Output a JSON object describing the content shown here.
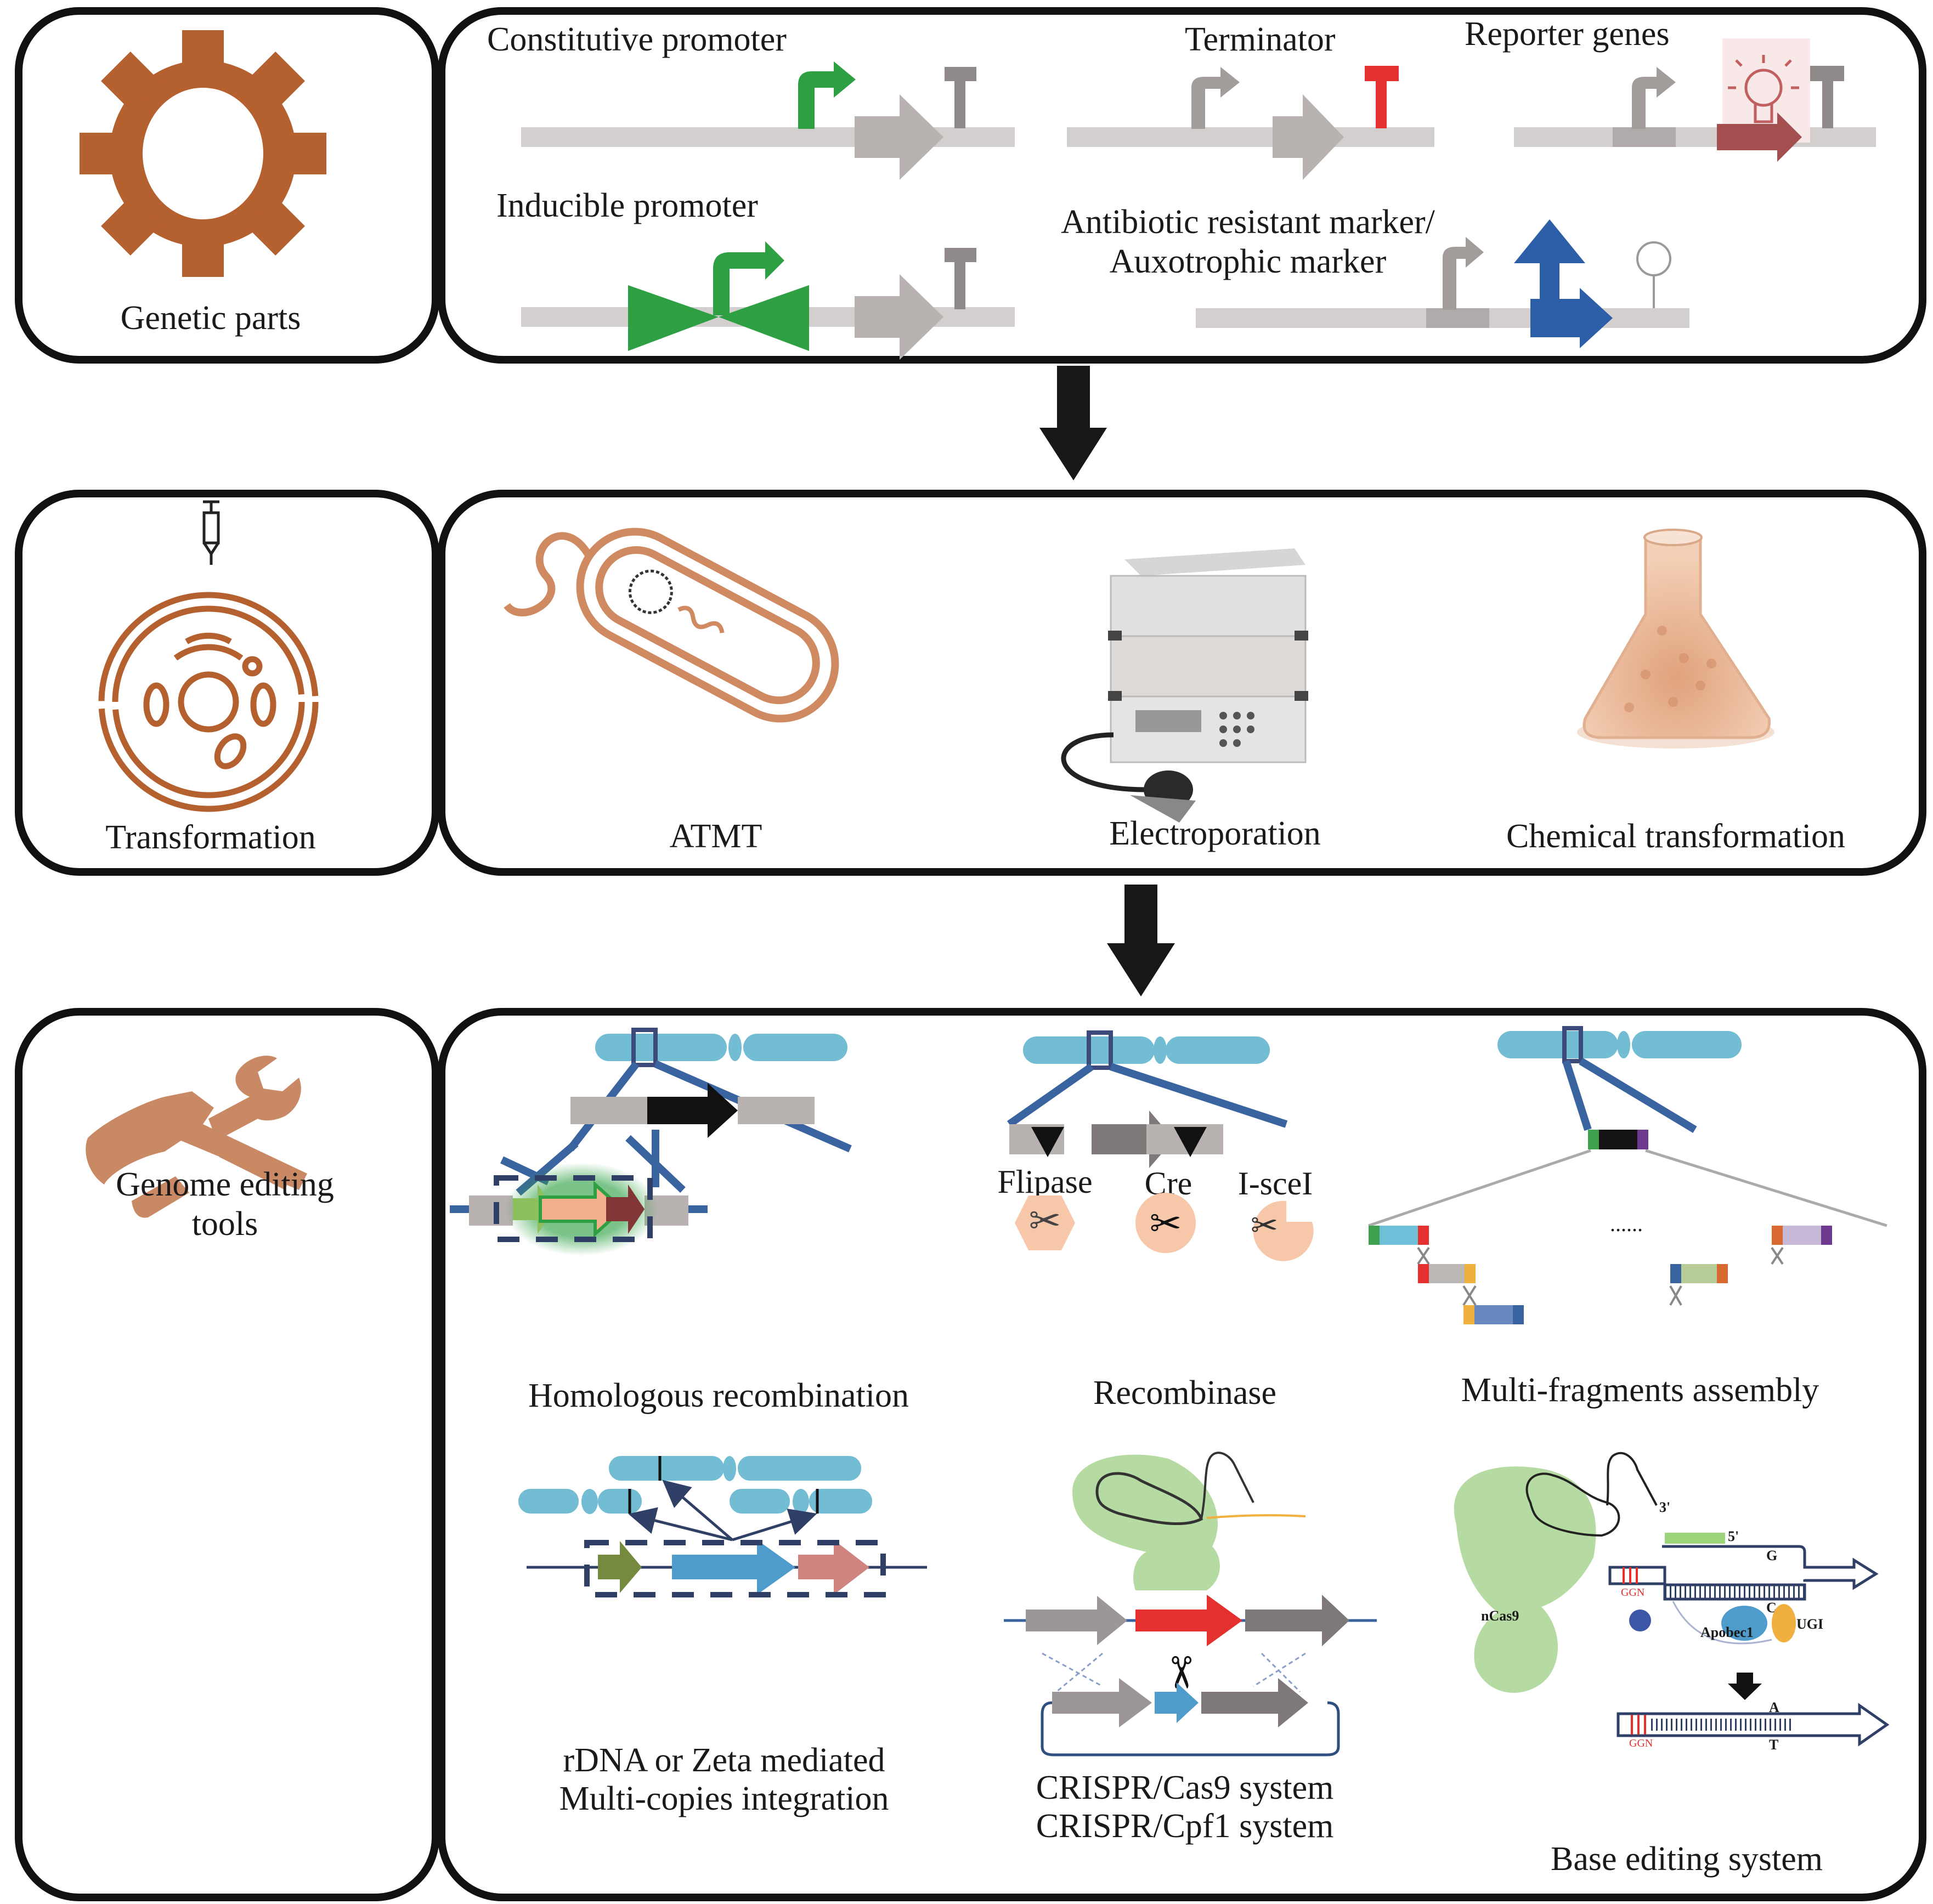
{
  "figure": {
    "rows": [
      {
        "category": "Genetic parts",
        "category_icon": "gear-icon",
        "items": [
          {
            "label": "Constitutive promoter"
          },
          {
            "label": "Terminator"
          },
          {
            "label": "Reporter genes"
          },
          {
            "label": "Inducible promoter"
          },
          {
            "label_line1": "Antibiotic resistant marker/",
            "label_line2": "Auxotrophic marker"
          }
        ]
      },
      {
        "category": "Transformation",
        "category_icon": "cell-injection-icon",
        "items": [
          {
            "label": "ATMT",
            "icon": "bacterium-icon"
          },
          {
            "label": "Electroporation",
            "icon": "electroporator-icon"
          },
          {
            "label": "Chemical transformation",
            "icon": "flask-icon"
          }
        ]
      },
      {
        "category_line1": "Genome editing",
        "category_line2": "tools",
        "category_icon": "hammer-wrench-icon",
        "items": [
          {
            "label": "Homologous recombination"
          },
          {
            "label": "Recombinase",
            "enzymes": [
              "Flipase",
              "Cre",
              "I-sceI"
            ]
          },
          {
            "label": "Multi-fragments assembly",
            "ellipsis": "......"
          },
          {
            "label_line1": "rDNA or Zeta mediated",
            "label_line2": "Multi-copies integration"
          },
          {
            "label_line1": "CRISPR/Cas9 system",
            "label_line2": "CRISPR/Cpf1 system"
          },
          {
            "label": "Base editing system",
            "annotations": {
              "protein": "nCas9",
              "three_prime": "3'",
              "five_prime": "5'",
              "base_g": "G",
              "base_c": "C",
              "deaminase": "Apobec1",
              "inhibitor": "UGI",
              "pam": "GGN",
              "edited_a": "A",
              "edited_t": "T"
            }
          }
        ]
      }
    ],
    "colors": {
      "icon_orange": "#b5602f",
      "icon_light_orange": "#cf8a65",
      "promoter_green": "#2ea043",
      "terminator_red": "#e53030",
      "marker_blue": "#2d5fa8",
      "reporter_red": "#a34f4f",
      "chromosome_blue": "#72bcd4",
      "cas_green": "#b5dba3"
    }
  }
}
